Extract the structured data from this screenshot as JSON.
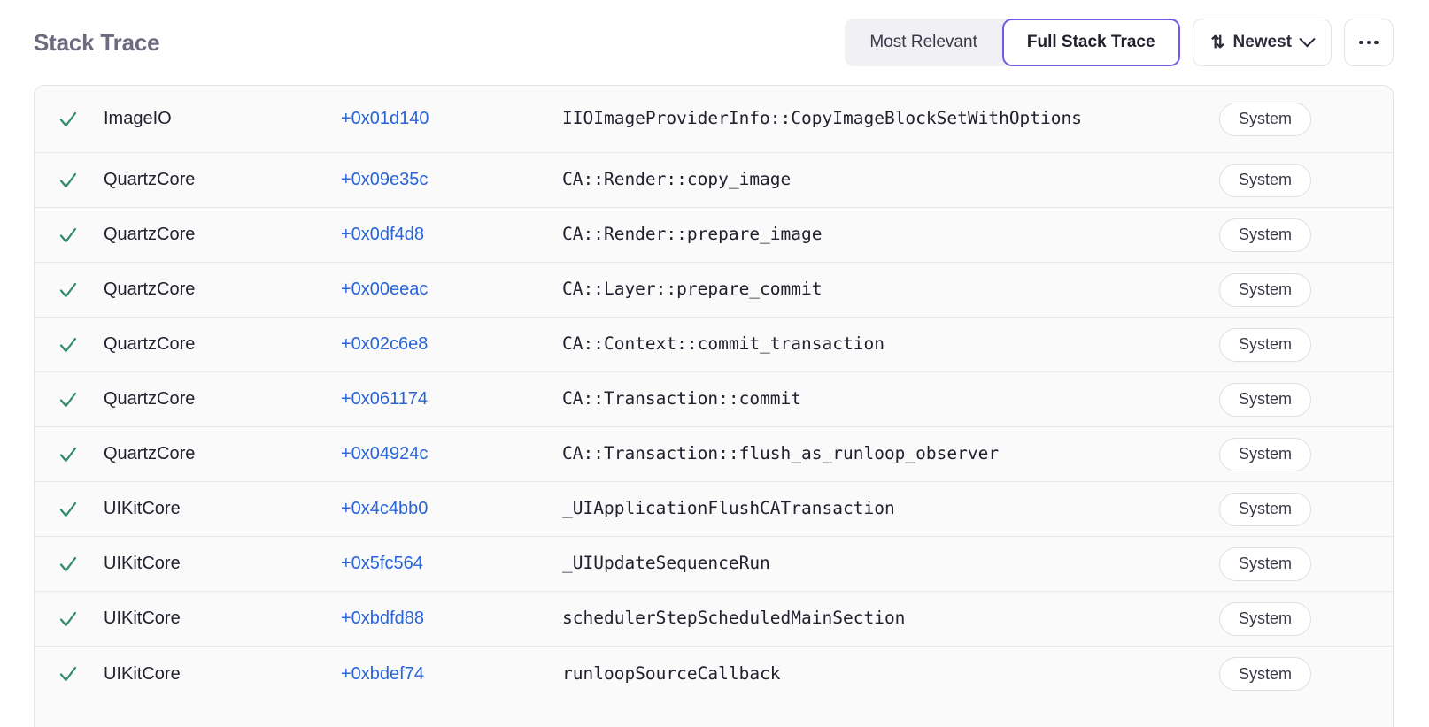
{
  "header": {
    "title": "Stack Trace"
  },
  "toolbar": {
    "segmented": [
      {
        "label": "Most Relevant",
        "active": false
      },
      {
        "label": "Full Stack Trace",
        "active": true
      }
    ],
    "sort": {
      "icon": "sort-arrows-icon",
      "label": "Newest",
      "chevron": "chevron-down-icon"
    },
    "overflow": {
      "icon": "ellipsis-horizontal-icon",
      "label": "..."
    }
  },
  "table": {
    "rows": [
      {
        "status": "check-icon",
        "module": "ImageIO",
        "offset": "+0x01d140",
        "function": "IIOImageProviderInfo::CopyImageBlockSetWithOptions",
        "badge": "System"
      },
      {
        "status": "check-icon",
        "module": "QuartzCore",
        "offset": "+0x09e35c",
        "function": "CA::Render::copy_image",
        "badge": "System"
      },
      {
        "status": "check-icon",
        "module": "QuartzCore",
        "offset": "+0x0df4d8",
        "function": "CA::Render::prepare_image",
        "badge": "System"
      },
      {
        "status": "check-icon",
        "module": "QuartzCore",
        "offset": "+0x00eeac",
        "function": "CA::Layer::prepare_commit",
        "badge": "System"
      },
      {
        "status": "check-icon",
        "module": "QuartzCore",
        "offset": "+0x02c6e8",
        "function": "CA::Context::commit_transaction",
        "badge": "System"
      },
      {
        "status": "check-icon",
        "module": "QuartzCore",
        "offset": "+0x061174",
        "function": "CA::Transaction::commit",
        "badge": "System"
      },
      {
        "status": "check-icon",
        "module": "QuartzCore",
        "offset": "+0x04924c",
        "function": "CA::Transaction::flush_as_runloop_observer",
        "badge": "System"
      },
      {
        "status": "check-icon",
        "module": "UIKitCore",
        "offset": "+0x4c4bb0",
        "function": "_UIApplicationFlushCATransaction",
        "badge": "System"
      },
      {
        "status": "check-icon",
        "module": "UIKitCore",
        "offset": "+0x5fc564",
        "function": "_UIUpdateSequenceRun",
        "badge": "System"
      },
      {
        "status": "check-icon",
        "module": "UIKitCore",
        "offset": "+0xbdfd88",
        "function": "schedulerStepScheduledMainSection",
        "badge": "System"
      },
      {
        "status": "check-icon",
        "module": "UIKitCore",
        "offset": "+0xbdef74",
        "function": "runloopSourceCallback",
        "badge": "System"
      }
    ]
  },
  "colors": {
    "accent": "#6c5ce7",
    "link": "#2864d8",
    "check": "#2e8b6a",
    "title": "#6e6a80",
    "row_bg": "#fafafb",
    "border": "#e6e4ed"
  }
}
